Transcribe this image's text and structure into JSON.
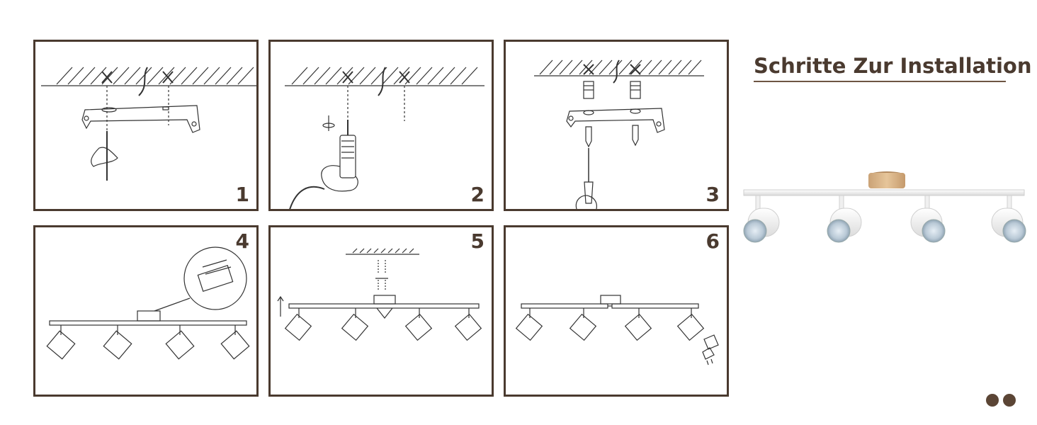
{
  "title": "Schritte Zur Installation",
  "steps": [
    {
      "number": "1"
    },
    {
      "number": "2"
    },
    {
      "number": "3"
    },
    {
      "number": "4"
    },
    {
      "number": "5"
    },
    {
      "number": "6"
    }
  ],
  "colors": {
    "frame": "#4a3a2f",
    "title": "#4a3a2f",
    "wood": "#d8b48a",
    "fixture": "#f2f2f2"
  },
  "pagination": {
    "count": 2
  }
}
